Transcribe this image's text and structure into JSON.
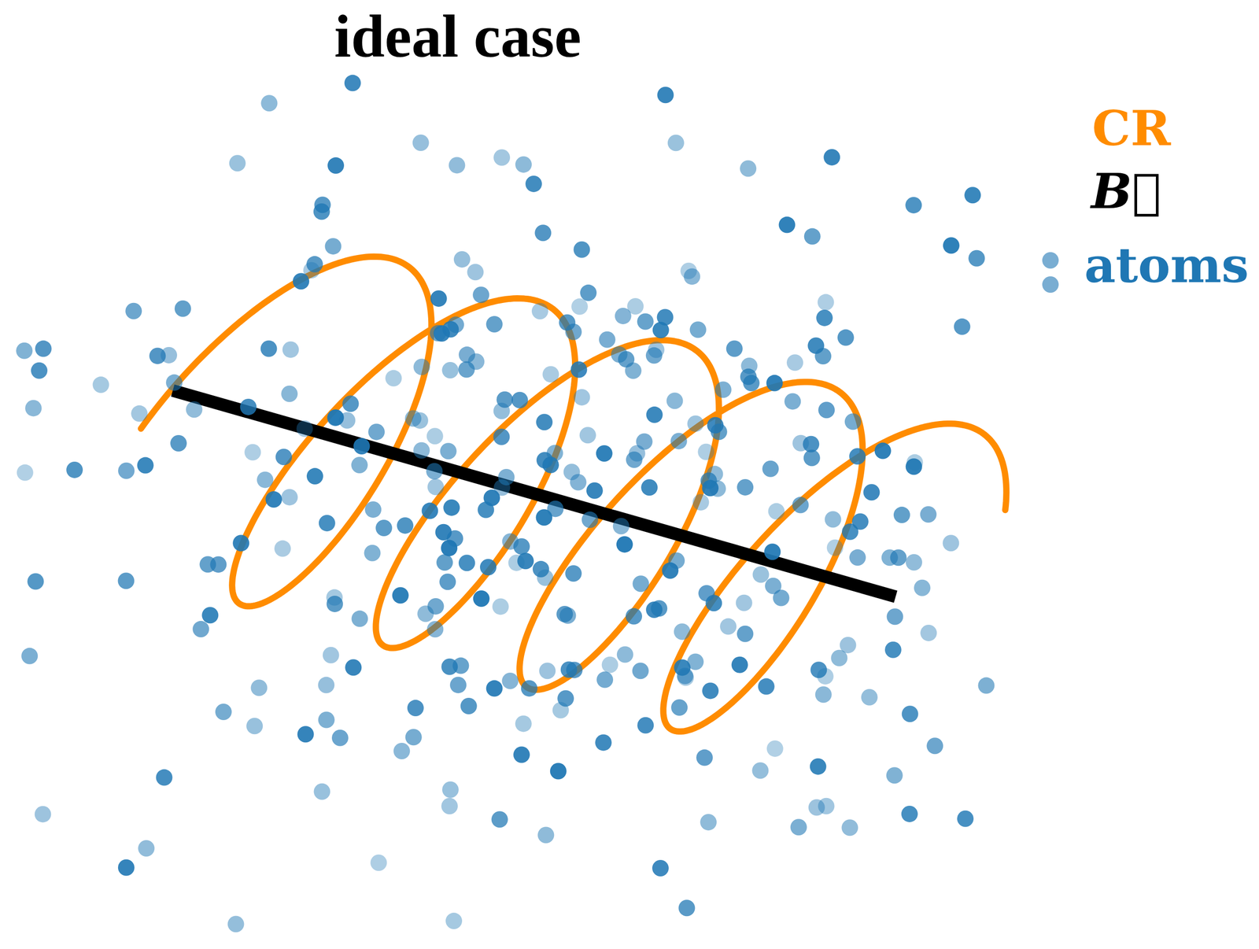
{
  "diagram": {
    "title": "ideal case",
    "legend": [
      {
        "text": "CR",
        "color": "#ff8c00"
      },
      {
        "text": "B⃗",
        "color": "#000000"
      },
      {
        "text": "atoms",
        "color": "#1f77b4"
      }
    ]
  }
}
